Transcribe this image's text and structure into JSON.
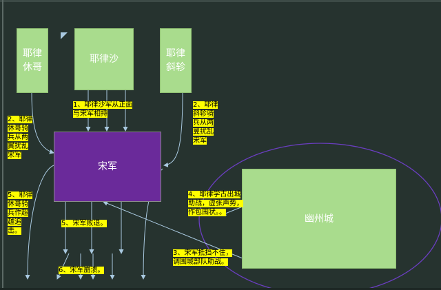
{
  "nodes": {
    "yelv_xiuge": "耶律\n休哥",
    "yelv_sha": "耶律沙",
    "yelv_xiezhen": "耶律\n斜轸",
    "song_army": "宋军",
    "youzhou_city": "幽州城"
  },
  "annotations": {
    "a1": "1、耶律沙军从正面\n与宋军相持",
    "a2_left": "2、耶律\n休哥骑\n兵从两\n翼扰乱\n宋军",
    "a2_right": "2、耶律\n斜轸骑\n兵从两\n翼扰乱\n宋军",
    "a3": "3、宋军抵挡不住，\n调围城部队助战。",
    "a4": "4、耶律学古出城\n助战，虚张声势，\n作包围状。。",
    "a5_left": "5、耶律\n休哥骑\n兵作超\n越追\n击。",
    "a5_center": "5、宋军败退。",
    "a6": "6、宋军崩溃。"
  },
  "colors": {
    "background": "#26332f",
    "green_box": "#a9dc8d",
    "purple_box": "#6a2a9a",
    "highlight": "#ffff00",
    "arrow": "#a9c9e0",
    "ellipse": "#6a3ec0"
  }
}
